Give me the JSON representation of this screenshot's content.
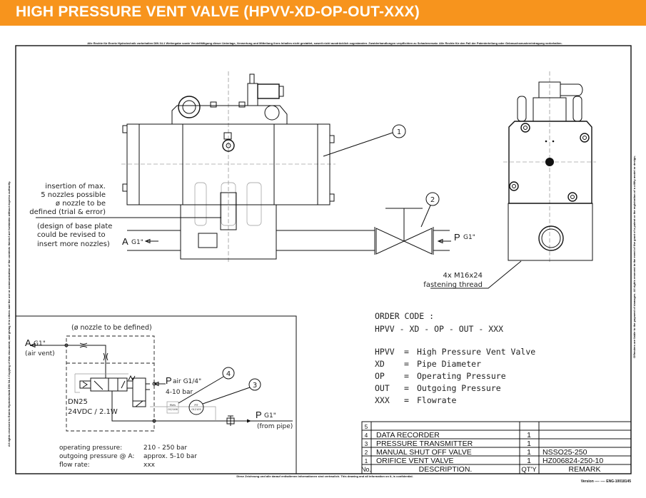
{
  "title": "HIGH PRESSURE VENT VALVE (HPVV-XD-OP-OUT-XXX)",
  "legal": {
    "top": "Alle Rechte für Enertz Hydrotechnik vorbehalten DIN 34-1 Weitergabe sowie Vervielfältigung dieser Unterlage, Verwertung und Mitteilung ihres Inhaltes nicht gestattet, soweit nicht ausdrücklich zugestanden. Zuwiderhandlungen verpflichten zu Schadenersatz. Alle Rechte für den Fall der Patenterteilung oder Gebrauchsmustereintragung vorbehalten.",
    "left": "All rights reserved to Enertz Hydrotechnik DIN 34-1 Copying of this document, and giving it to others and the use or communication of the contents thereof are forbidden without express authority.",
    "right": "Offenders are liable to the payment of damages. All rights reserved in the event of the grant of a patent or the registration of a utility model or design.",
    "bottom": "Diese Zeichnung und alle darauf enthaltenen Informationen sind vertraulich. This drawing and all information on it, is confidential.",
    "version": "Version ---- ---- ENG-10018145"
  },
  "drawing": {
    "note_nozzles": [
      "insertion of max.",
      "5 nozzles possible",
      "ø nozzle to be",
      "defined (trial & error)"
    ],
    "note_base": [
      "(design of base plate",
      "could be revised to",
      "insert more nozzles)"
    ],
    "port_a": "A",
    "port_a_size": "G1\"",
    "port_p": "P",
    "port_p_size": "G1\"",
    "balloon_1": "1",
    "balloon_2": "2",
    "fastening": [
      "4x M16x24",
      "fastening thread"
    ]
  },
  "order_code": {
    "heading": "ORDER CODE :",
    "code": "HPVV - XD - OP - OUT - XXX",
    "items": [
      {
        "abbr": "HPVV",
        "eq": "=",
        "desc": "High Pressure Vent Valve"
      },
      {
        "abbr": "XD",
        "eq": "=",
        "desc": "Pipe Diameter"
      },
      {
        "abbr": "OP",
        "eq": "=",
        "desc": "Operating Pressure"
      },
      {
        "abbr": "OUT",
        "eq": "=",
        "desc": "Outgoing Pressure"
      },
      {
        "abbr": "XXX",
        "eq": "=",
        "desc": "Flowrate"
      }
    ]
  },
  "schematic": {
    "nozzle_note": "(ø nozzle to be defined)",
    "a_label": "A",
    "a_size": "G1\"",
    "a_desc": "(air vent)",
    "p_air": "P",
    "p_air_size": "air G1/4\"",
    "p_air_range": "4-10 bar",
    "dn": "DN25",
    "power": "24VDC / 2.1W",
    "pahl": [
      "PAHL",
      "012106"
    ],
    "pit": [
      "PIT",
      "012105"
    ],
    "balloon_3": "3",
    "balloon_4": "4",
    "p_pipe": "P",
    "p_pipe_size": "G1\"",
    "p_pipe_desc": "(from pipe)",
    "specs": [
      {
        "label": "operating pressure:",
        "value": "210 - 250 bar"
      },
      {
        "label": "outgoing pressure @ A:",
        "value": "approx. 5-10 bar"
      },
      {
        "label": "flow rate:",
        "value": "xxx"
      }
    ]
  },
  "parts_table": {
    "headers": {
      "no": "No.",
      "desc": "DESCRIPTION.",
      "qty": "QT'Y",
      "remark": "REMARK"
    },
    "rows": [
      {
        "no": "5",
        "desc": "",
        "qty": "",
        "remark": ""
      },
      {
        "no": "4",
        "desc": "DATA RECORDER",
        "qty": "1",
        "remark": ""
      },
      {
        "no": "3",
        "desc": "PRESSURE TRANSMITTER",
        "qty": "1",
        "remark": ""
      },
      {
        "no": "2",
        "desc": "MANUAL SHUT OFF VALVE",
        "qty": "1",
        "remark": "NSSO25-250"
      },
      {
        "no": "1",
        "desc": "ORIFICE VENT VALVE",
        "qty": "1",
        "remark": "HZ006824-250-10"
      }
    ]
  }
}
